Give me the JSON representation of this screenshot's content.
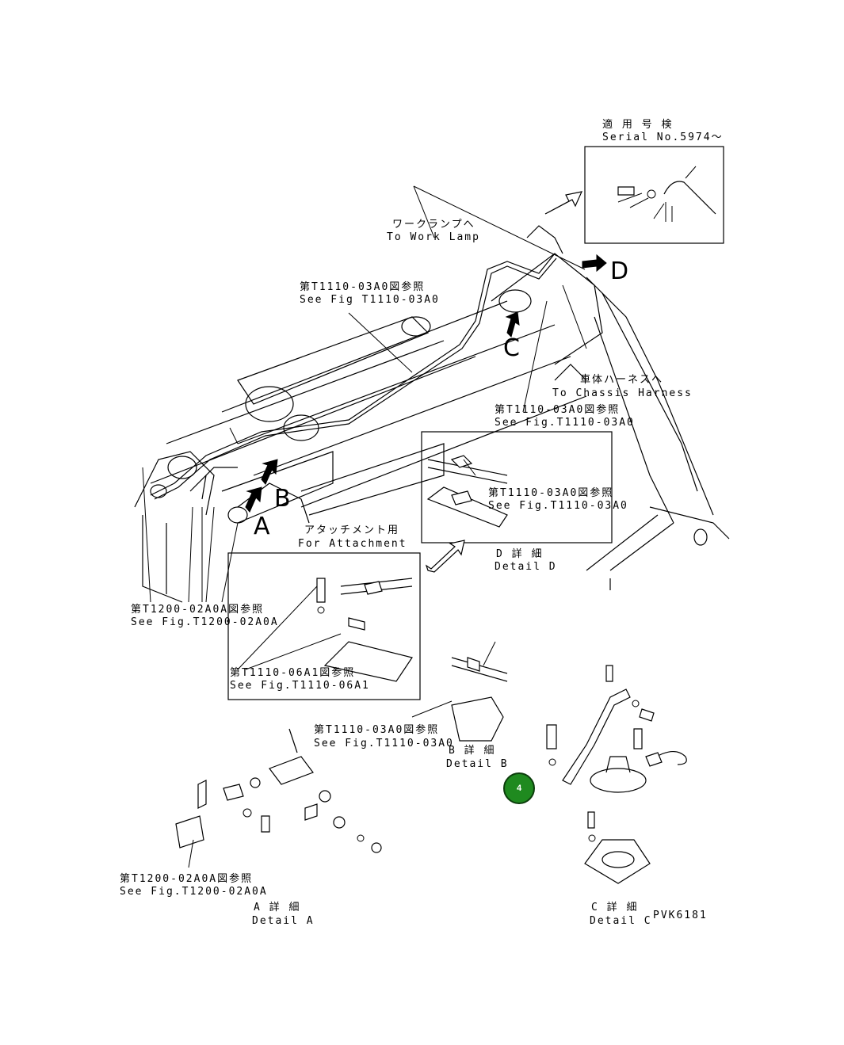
{
  "figure_code": "PVK6181",
  "serial": {
    "jp": "適 用 号 検",
    "en": "Serial No.5974〜"
  },
  "work_lamp": {
    "jp": "ワークランプへ",
    "en": "To Work Lamp"
  },
  "ref_top": {
    "jp": "第T1110-03A0図参照",
    "en": "See Fig T1110-03A0"
  },
  "chassis": {
    "jp": "車体ハーネスへ",
    "en": "To Chassis Harness"
  },
  "ref_mid": {
    "jp": "第T1110-03A0図参照",
    "en": "See Fig.T1110-03A0"
  },
  "ref_detd": {
    "jp": "第T1110-03A0図参照",
    "en": "See Fig.T1110-03A0"
  },
  "detail_d": {
    "jp": "D 詳 細",
    "en": "Detail D"
  },
  "attachment": {
    "jp": "アタッチメント用",
    "en": "For Attachment"
  },
  "ref_left": {
    "jp": "第T1200-02A0A図参照",
    "en": "See Fig.T1200-02A0A"
  },
  "ref_att": {
    "jp": "第T1110-06A1図参照",
    "en": "See Fig.T1110-06A1"
  },
  "ref_detb": {
    "jp": "第T1110-03A0図参照",
    "en": "See Fig.T1110-03A0"
  },
  "detail_b": {
    "jp": "B 詳 細",
    "en": "Detail B"
  },
  "ref_deta": {
    "jp": "第T1200-02A0A図参照",
    "en": "See Fig.T1200-02A0A"
  },
  "detail_a": {
    "jp": "A 詳 細",
    "en": "Detail A"
  },
  "detail_c": {
    "jp": "C 詳 細",
    "en": "Detail C"
  },
  "view_letters": {
    "a": "A",
    "b": "B",
    "c": "C",
    "d": "D"
  },
  "callout": {
    "number": "4",
    "color": "#1f8a1f"
  }
}
